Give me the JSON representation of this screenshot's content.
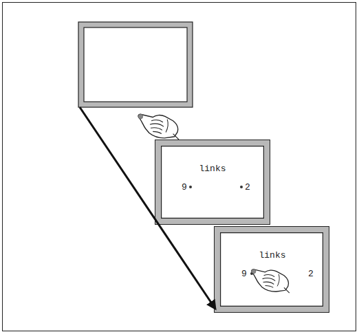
{
  "diagram": {
    "nodes": [
      {
        "text": [
          "links",
          "9",
          "2"
        ]
      },
      {
        "text": [
          "links",
          "9",
          "2"
        ]
      }
    ]
  }
}
